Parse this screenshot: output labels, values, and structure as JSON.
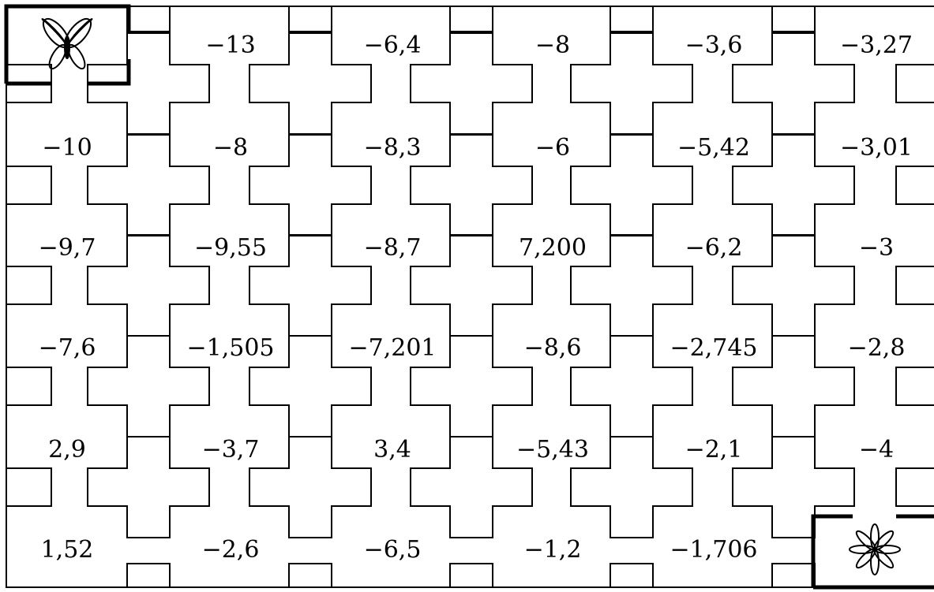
{
  "maze": {
    "rows": [
      [
        "",
        "−13",
        "−6,4",
        "−8",
        "−3,6",
        "−3,27"
      ],
      [
        "−10",
        "−8",
        "−8,3",
        "−6",
        "−5,42",
        "−3,01"
      ],
      [
        "−9,7",
        "−9,55",
        "−8,7",
        "7,200",
        "−6,2",
        "−3"
      ],
      [
        "−7,6",
        "−1,505",
        "−7,201",
        "−8,6",
        "−2,745",
        "−2,8"
      ],
      [
        "2,9",
        "−3,7",
        "3,4",
        "−5,43",
        "−2,1",
        "−4"
      ],
      [
        "1,52",
        "−2,6",
        "−6,5",
        "−1,2",
        "−1,706",
        ""
      ]
    ],
    "start_icon": "butterfly-icon",
    "finish_icon": "flower-icon",
    "line_color": "#000000",
    "background_color": "#ffffff"
  }
}
